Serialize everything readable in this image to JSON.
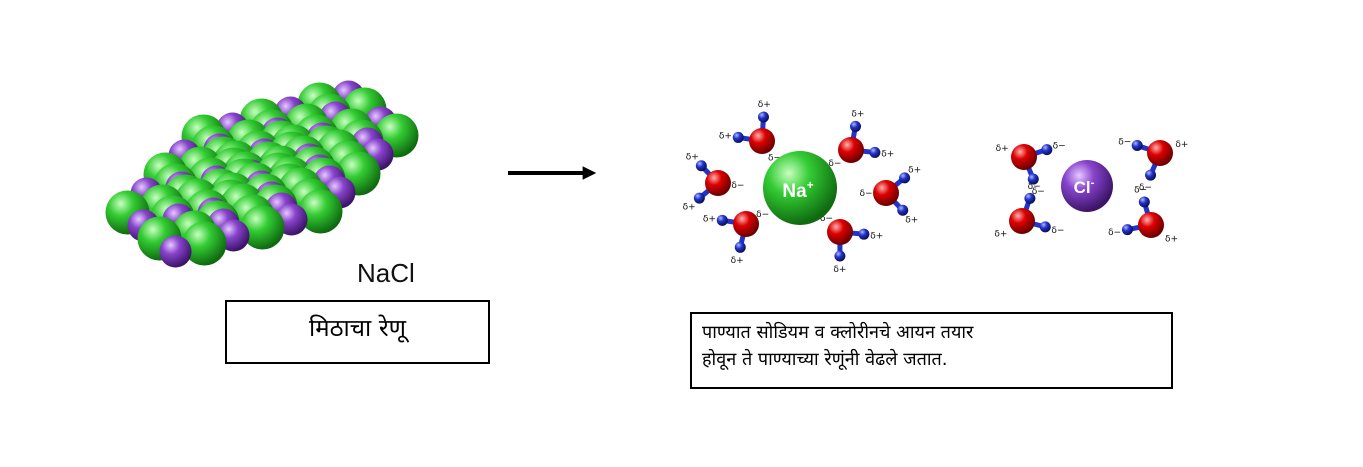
{
  "labels": {
    "nacl": "NaCl",
    "sodium_ion": "Na",
    "sodium_charge": "+",
    "chloride_ion": "Cl",
    "chloride_charge": "-",
    "delta_plus": "δ+",
    "delta_minus": "δ−"
  },
  "captions": {
    "salt": "मिठाचा रेणू",
    "result_line1": "पाण्यात सोडियम व क्लोरीनचे आयन तयार",
    "result_line2": "होवून ते पाण्याच्या रेणूंनी वेढले जतात."
  },
  "colors": {
    "sodium": "#33cc33",
    "chloride": "#8844cc",
    "oxygen": "#dd0000",
    "hydrogen": "#2233cc",
    "arrow": "#000000"
  }
}
